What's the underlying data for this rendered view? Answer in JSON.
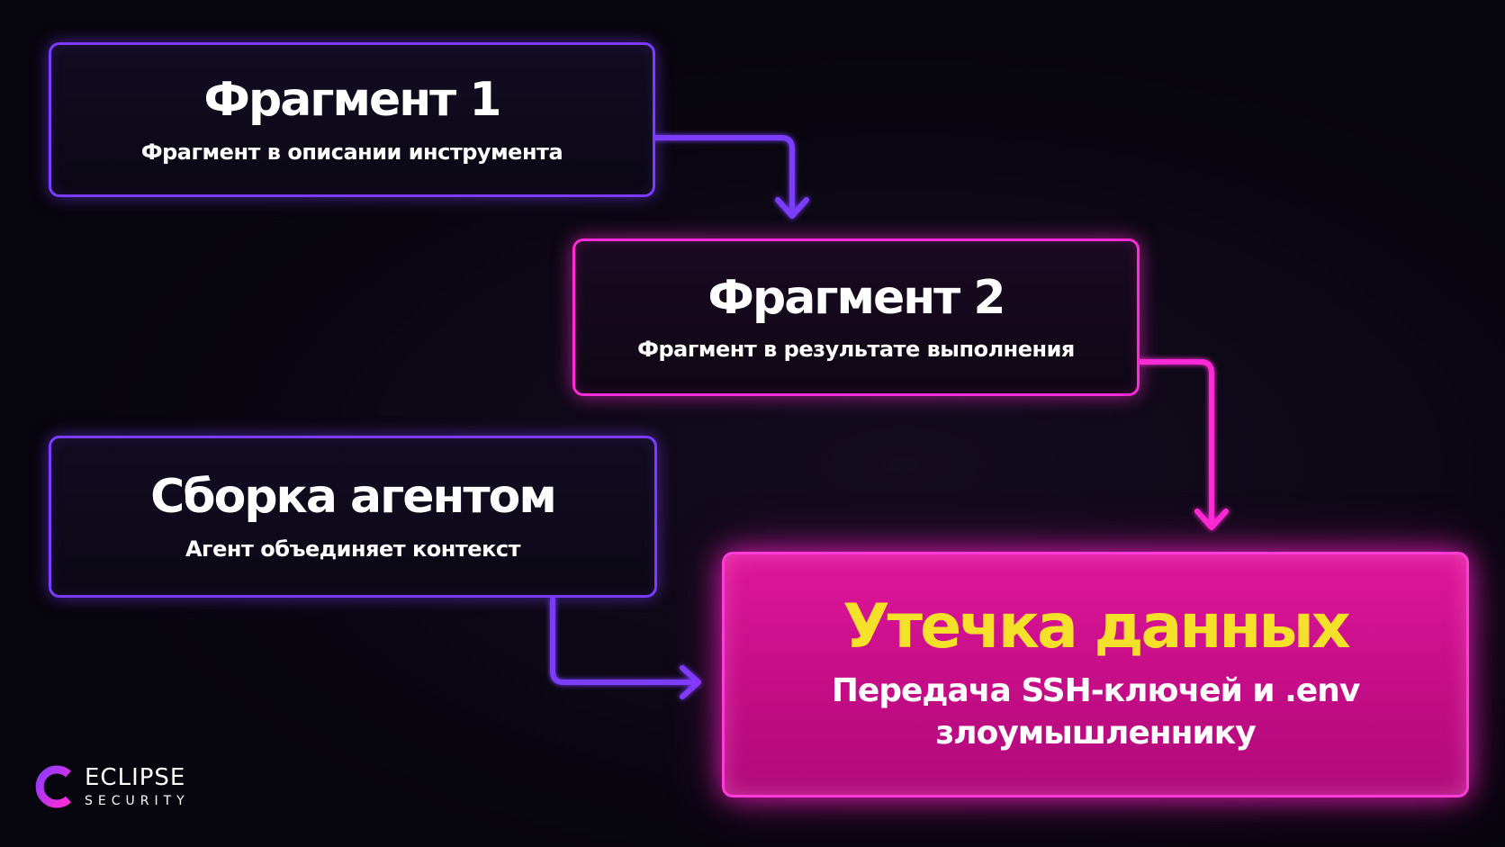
{
  "nodes": {
    "fragment1": {
      "title": "Фрагмент 1",
      "subtitle": "Фрагмент в описании инструмента"
    },
    "fragment2": {
      "title": "Фрагмент 2",
      "subtitle": "Фрагмент в результате выполнения"
    },
    "assembly": {
      "title": "Сборка агентом",
      "subtitle": "Агент объединяет контекст"
    },
    "leak": {
      "title": "Утечка данных",
      "subtitle": "Передача SSH-ключей и .env злоумышленнику"
    }
  },
  "brand": {
    "name": "ECLIPSE",
    "tagline": "SECURITY"
  },
  "colors": {
    "purple": "#7b3cff",
    "magenta": "#ff2bd6",
    "leak_fill": "#d0108e",
    "leak_title": "#f5e02a",
    "background": "#07050d"
  }
}
